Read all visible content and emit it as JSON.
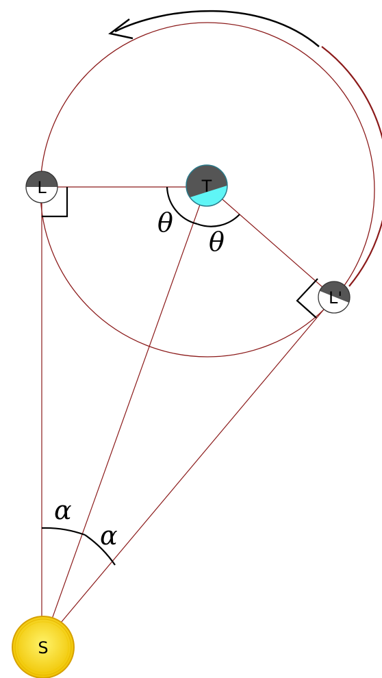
{
  "bodies": {
    "earth": {
      "label": "T",
      "day_color": "#5ff5f6",
      "night_color": "#555555"
    },
    "moon_a": {
      "label": "L",
      "day_color": "#ffffff",
      "night_color": "#555555"
    },
    "moon_b": {
      "label": "L'",
      "day_color": "#ffffff",
      "night_color": "#555555"
    },
    "sun": {
      "label": "S",
      "color_inner": "#fff36a",
      "color_outer": "#f0c400",
      "ring_color": "#d6a000"
    }
  },
  "angles": {
    "theta_1": "θ",
    "theta_2": "θ",
    "alpha_1": "α",
    "alpha_2": "α"
  },
  "colors": {
    "orbit": "#8b1a1a",
    "lines": "#8b1a1a",
    "arrow": "#000000"
  }
}
